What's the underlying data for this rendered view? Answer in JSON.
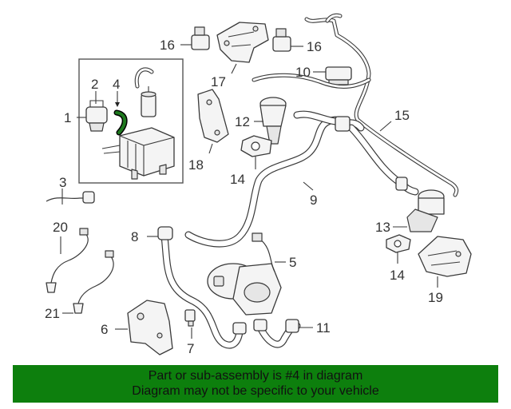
{
  "callouts": {
    "c1": "1",
    "c2": "2",
    "c3": "3",
    "c4": "4",
    "c5": "5",
    "c6": "6",
    "c7": "7",
    "c8": "8",
    "c9": "9",
    "c10": "10",
    "c11": "11",
    "c12": "12",
    "c13": "13",
    "c14a": "14",
    "c14b": "14",
    "c15": "15",
    "c16a": "16",
    "c16b": "16",
    "c17": "17",
    "c18": "18",
    "c19": "19",
    "c20": "20",
    "c21": "21"
  },
  "highlighted_part": "4",
  "colors": {
    "banner": "#0d7f0d",
    "highlight": "#1f7a1f"
  },
  "banner": {
    "line1": "Part or sub-assembly is #4 in diagram",
    "line2": "Diagram may not be specific to your vehicle"
  }
}
